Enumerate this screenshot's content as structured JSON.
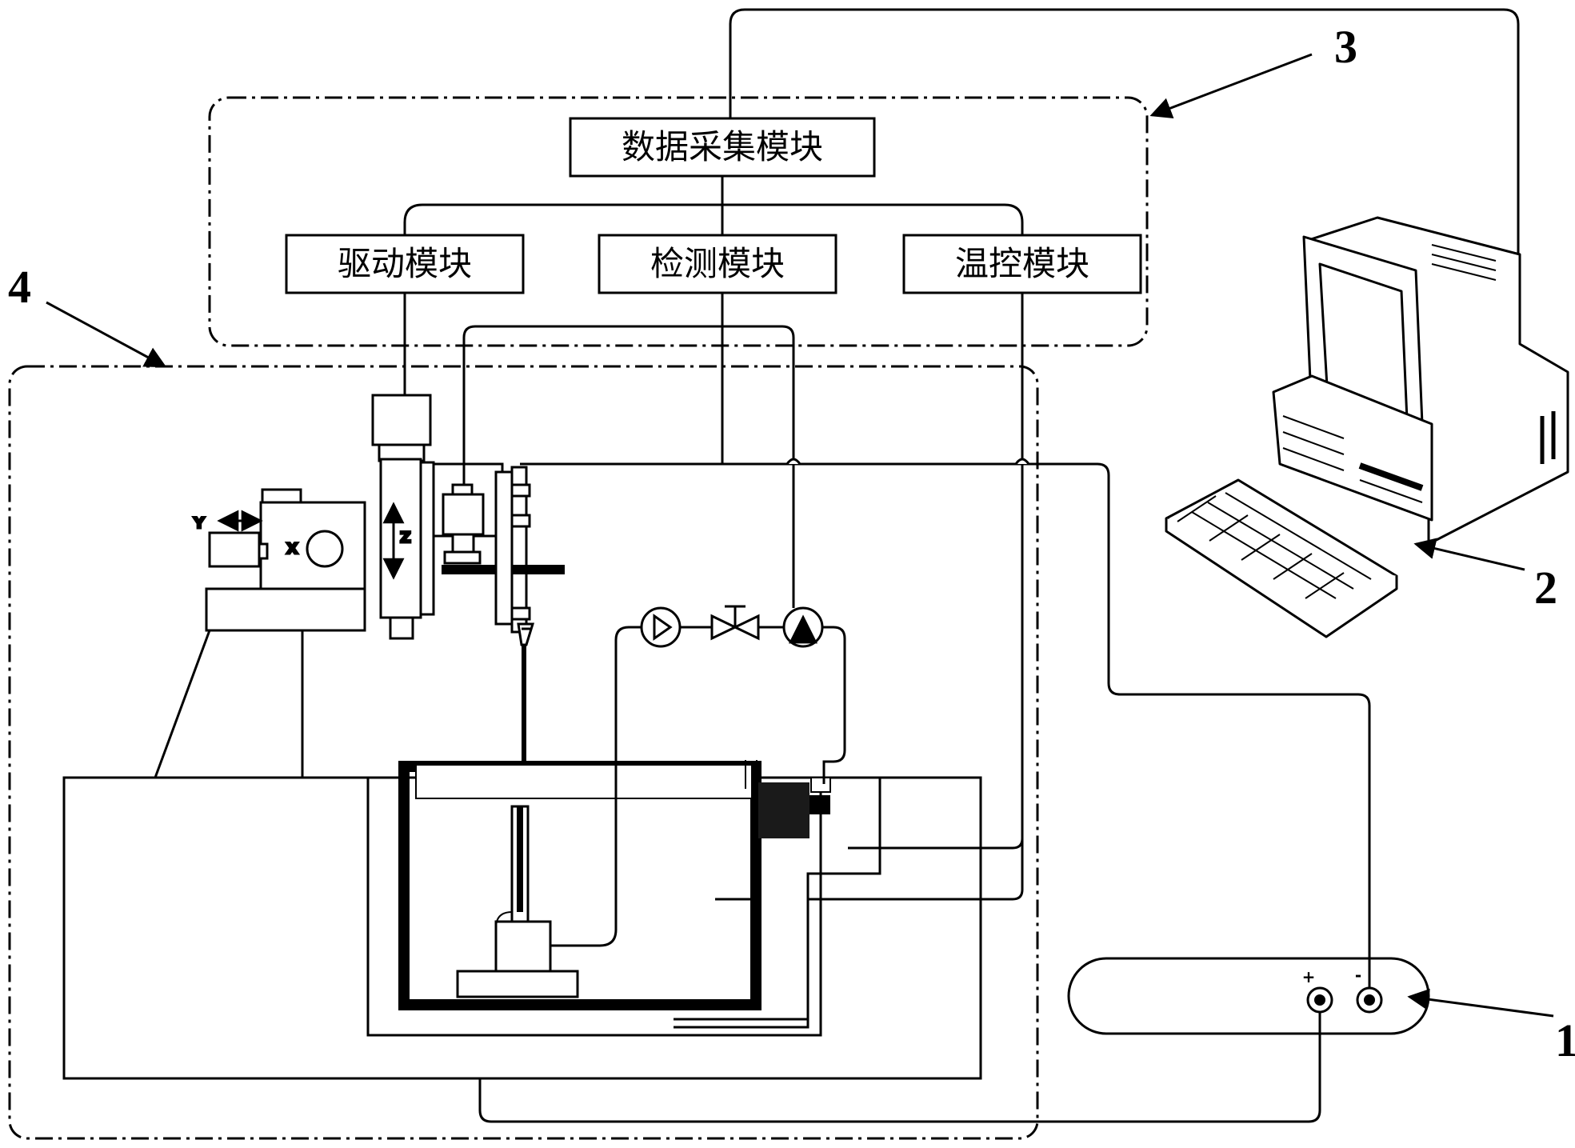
{
  "modules": {
    "data_acquisition": "数据采集模块",
    "drive": "驱动模块",
    "detection": "检测模块",
    "temperature_control": "温控模块"
  },
  "callouts": {
    "power_supply": "1",
    "computer": "2",
    "control_system": "3",
    "machining_apparatus": "4"
  },
  "axes": {
    "x": "X",
    "y": "Y",
    "z": "Z"
  },
  "terminals": {
    "positive": "+",
    "negative": "-"
  },
  "colors": {
    "line": "#000000",
    "background": "#ffffff",
    "heater": "#1a1a1a"
  }
}
